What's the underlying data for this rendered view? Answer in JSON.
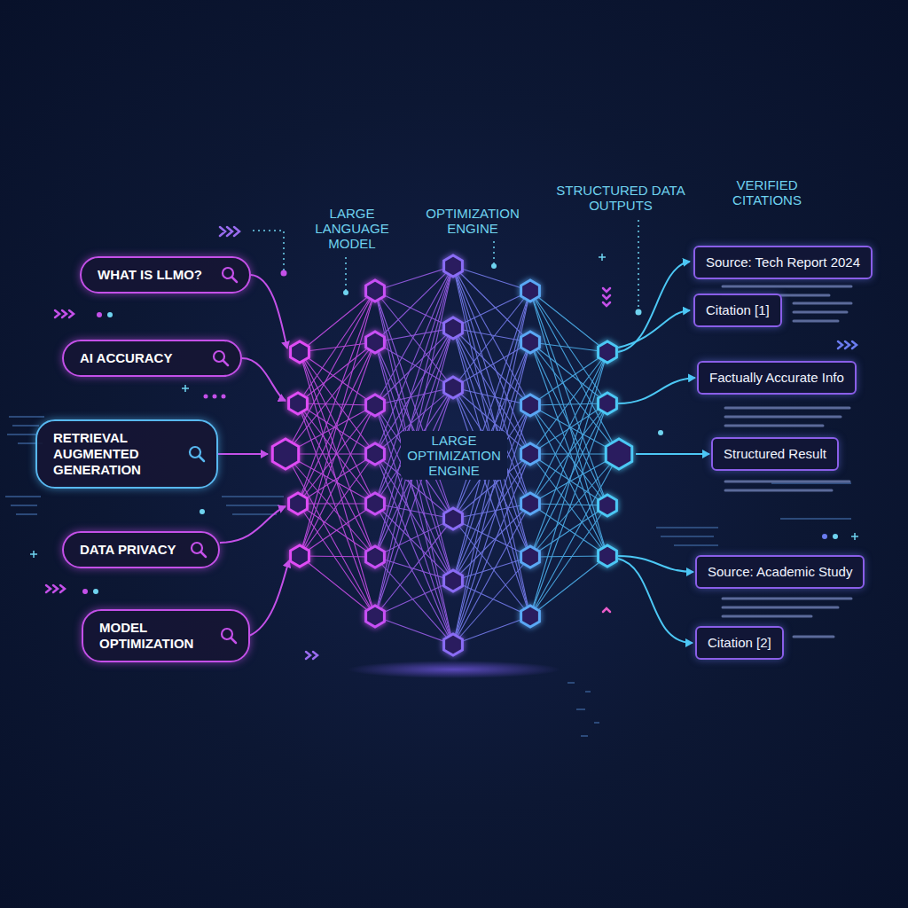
{
  "diagram": {
    "nodes": [
      {
        "text": [
          "WHAT IS LLMO?"
        ]
      },
      {
        "text": [
          "AI ACCURACY"
        ]
      },
      {
        "text": [
          "RETRIEVAL AUGMENTED GENERATION"
        ]
      },
      {
        "text": [
          "DATA PRIVACY"
        ]
      },
      {
        "text": [
          "MODEL OPTIMIZATION"
        ]
      },
      {
        "text": [
          "Source: Tech Report 2024"
        ]
      },
      {
        "text": [
          "Citation [1]"
        ]
      },
      {
        "text": [
          "Factually Accurate Info"
        ]
      },
      {
        "text": [
          "Structured Result"
        ]
      },
      {
        "text": [
          "Source: Academic Study"
        ]
      },
      {
        "text": [
          "Citation [2]"
        ]
      }
    ],
    "labels": [
      "LARGE LANGUAGE MODEL",
      "OPTIMIZATION ENGINE",
      "STRUCTURED DATA OUTPUTS",
      "VERIFIED CITATIONS",
      "LARGE OPTIMIZATION ENGINE"
    ]
  }
}
